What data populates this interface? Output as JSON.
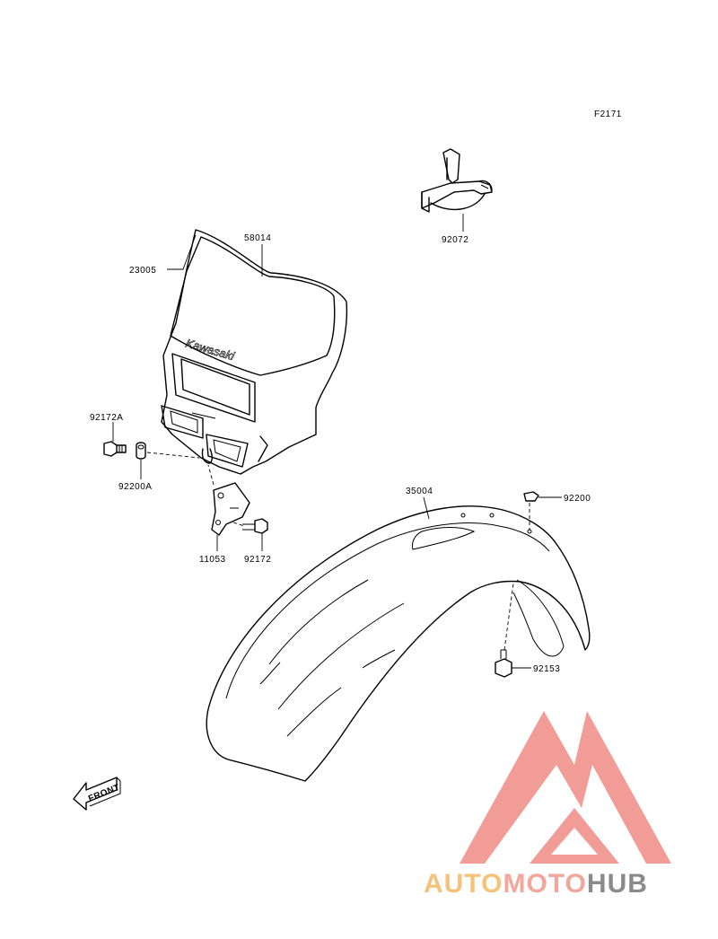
{
  "diagram": {
    "figure_code": "F2171",
    "brand_text": "Kawasaki",
    "front_label": "FRONT",
    "parts": [
      {
        "id": "92072"
      },
      {
        "id": "58014"
      },
      {
        "id": "23005"
      },
      {
        "id": "92172A"
      },
      {
        "id": "92200A"
      },
      {
        "id": "11053"
      },
      {
        "id": "92172"
      },
      {
        "id": "35004"
      },
      {
        "id": "92200"
      },
      {
        "id": "92153"
      }
    ]
  },
  "watermark": {
    "word_part1": "AUTO",
    "word_part2": "MOTO",
    "word_part3": "HUB",
    "colors": {
      "auto": "#f5c27a",
      "moto": "#f2a79c",
      "hub": "#8a8a8a",
      "logo": "#f08b86"
    }
  }
}
